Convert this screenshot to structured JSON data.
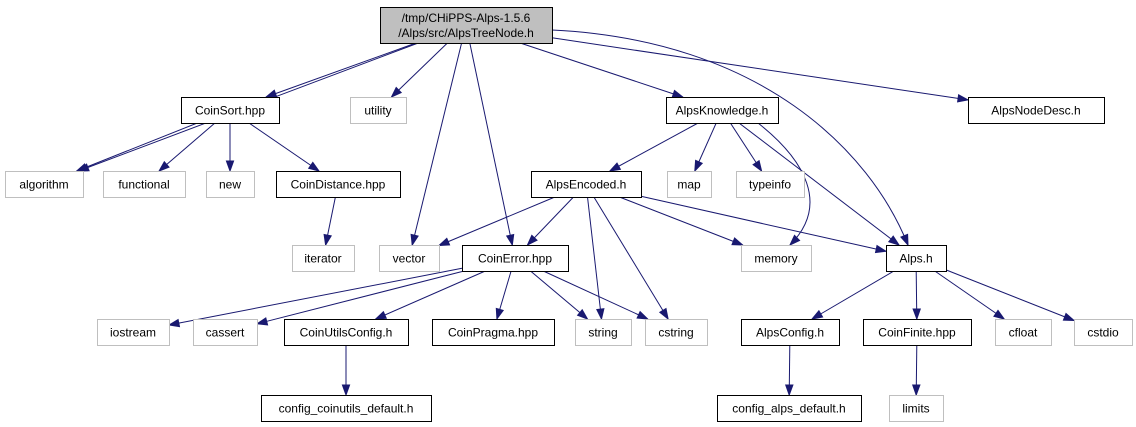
{
  "diagram": {
    "colors": {
      "edge": "#191970",
      "root_fill": "#bfbfbf",
      "strong_border": "#000000",
      "weak_border": "#bfbfbf",
      "label": "#000000"
    },
    "nodes": [
      {
        "id": "root",
        "lines": [
          "/tmp/CHiPPS-Alps-1.5.6",
          "/Alps/src/AlpsTreeNode.h"
        ],
        "style": "root"
      },
      {
        "id": "coinsort",
        "lines": [
          "CoinSort.hpp"
        ],
        "style": "strong"
      },
      {
        "id": "utility",
        "lines": [
          "utility"
        ],
        "style": "weak"
      },
      {
        "id": "alpsknowledge",
        "lines": [
          "AlpsKnowledge.h"
        ],
        "style": "strong"
      },
      {
        "id": "alpsnodedesc",
        "lines": [
          "AlpsNodeDesc.h"
        ],
        "style": "strong"
      },
      {
        "id": "algorithm",
        "lines": [
          "algorithm"
        ],
        "style": "weak"
      },
      {
        "id": "functional",
        "lines": [
          "functional"
        ],
        "style": "weak"
      },
      {
        "id": "new",
        "lines": [
          "new"
        ],
        "style": "weak"
      },
      {
        "id": "coindistance",
        "lines": [
          "CoinDistance.hpp"
        ],
        "style": "strong"
      },
      {
        "id": "alpsencoded",
        "lines": [
          "AlpsEncoded.h"
        ],
        "style": "strong"
      },
      {
        "id": "map",
        "lines": [
          "map"
        ],
        "style": "weak"
      },
      {
        "id": "typeinfo",
        "lines": [
          "typeinfo"
        ],
        "style": "weak"
      },
      {
        "id": "iterator",
        "lines": [
          "iterator"
        ],
        "style": "weak"
      },
      {
        "id": "vector",
        "lines": [
          "vector"
        ],
        "style": "weak"
      },
      {
        "id": "coinerror",
        "lines": [
          "CoinError.hpp"
        ],
        "style": "strong"
      },
      {
        "id": "memory",
        "lines": [
          "memory"
        ],
        "style": "weak"
      },
      {
        "id": "alps",
        "lines": [
          "Alps.h"
        ],
        "style": "strong"
      },
      {
        "id": "iostream",
        "lines": [
          "iostream"
        ],
        "style": "weak"
      },
      {
        "id": "cassert",
        "lines": [
          "cassert"
        ],
        "style": "weak"
      },
      {
        "id": "coinutilsconfig",
        "lines": [
          "CoinUtilsConfig.h"
        ],
        "style": "strong"
      },
      {
        "id": "coinpragma",
        "lines": [
          "CoinPragma.hpp"
        ],
        "style": "strong"
      },
      {
        "id": "string",
        "lines": [
          "string"
        ],
        "style": "weak"
      },
      {
        "id": "cstring",
        "lines": [
          "cstring"
        ],
        "style": "weak"
      },
      {
        "id": "alpsconfig",
        "lines": [
          "AlpsConfig.h"
        ],
        "style": "strong"
      },
      {
        "id": "coinfinite",
        "lines": [
          "CoinFinite.hpp"
        ],
        "style": "strong"
      },
      {
        "id": "cfloat",
        "lines": [
          "cfloat"
        ],
        "style": "weak"
      },
      {
        "id": "cstdio",
        "lines": [
          "cstdio"
        ],
        "style": "weak"
      },
      {
        "id": "config_coinutils",
        "lines": [
          "config_coinutils_default.h"
        ],
        "style": "strong"
      },
      {
        "id": "config_alps",
        "lines": [
          "config_alps_default.h"
        ],
        "style": "strong"
      },
      {
        "id": "limits",
        "lines": [
          "limits"
        ],
        "style": "weak"
      }
    ],
    "edges": [
      {
        "from": "root",
        "to": "algorithm"
      },
      {
        "from": "root",
        "to": "coinsort"
      },
      {
        "from": "root",
        "to": "utility"
      },
      {
        "from": "root",
        "to": "vector"
      },
      {
        "from": "root",
        "to": "coinerror"
      },
      {
        "from": "root",
        "to": "alpsknowledge"
      },
      {
        "from": "root",
        "to": "alps"
      },
      {
        "from": "root",
        "to": "alpsnodedesc"
      },
      {
        "from": "coinsort",
        "to": "algorithm"
      },
      {
        "from": "coinsort",
        "to": "functional"
      },
      {
        "from": "coinsort",
        "to": "new"
      },
      {
        "from": "coinsort",
        "to": "coindistance"
      },
      {
        "from": "coindistance",
        "to": "iterator"
      },
      {
        "from": "alpsknowledge",
        "to": "alpsencoded"
      },
      {
        "from": "alpsknowledge",
        "to": "map"
      },
      {
        "from": "alpsknowledge",
        "to": "typeinfo"
      },
      {
        "from": "alpsknowledge",
        "to": "memory"
      },
      {
        "from": "alpsknowledge",
        "to": "alps"
      },
      {
        "from": "alpsencoded",
        "to": "vector"
      },
      {
        "from": "alpsencoded",
        "to": "coinerror"
      },
      {
        "from": "alpsencoded",
        "to": "string"
      },
      {
        "from": "alpsencoded",
        "to": "cstring"
      },
      {
        "from": "alpsencoded",
        "to": "memory"
      },
      {
        "from": "alpsencoded",
        "to": "alps"
      },
      {
        "from": "coinerror",
        "to": "iostream"
      },
      {
        "from": "coinerror",
        "to": "cassert"
      },
      {
        "from": "coinerror",
        "to": "coinutilsconfig"
      },
      {
        "from": "coinerror",
        "to": "coinpragma"
      },
      {
        "from": "coinerror",
        "to": "string"
      },
      {
        "from": "coinerror",
        "to": "cstring"
      },
      {
        "from": "coinutilsconfig",
        "to": "config_coinutils"
      },
      {
        "from": "alps",
        "to": "alpsconfig"
      },
      {
        "from": "alps",
        "to": "coinfinite"
      },
      {
        "from": "alps",
        "to": "cfloat"
      },
      {
        "from": "alps",
        "to": "cstdio"
      },
      {
        "from": "alpsconfig",
        "to": "config_alps"
      },
      {
        "from": "coinfinite",
        "to": "limits"
      }
    ]
  }
}
